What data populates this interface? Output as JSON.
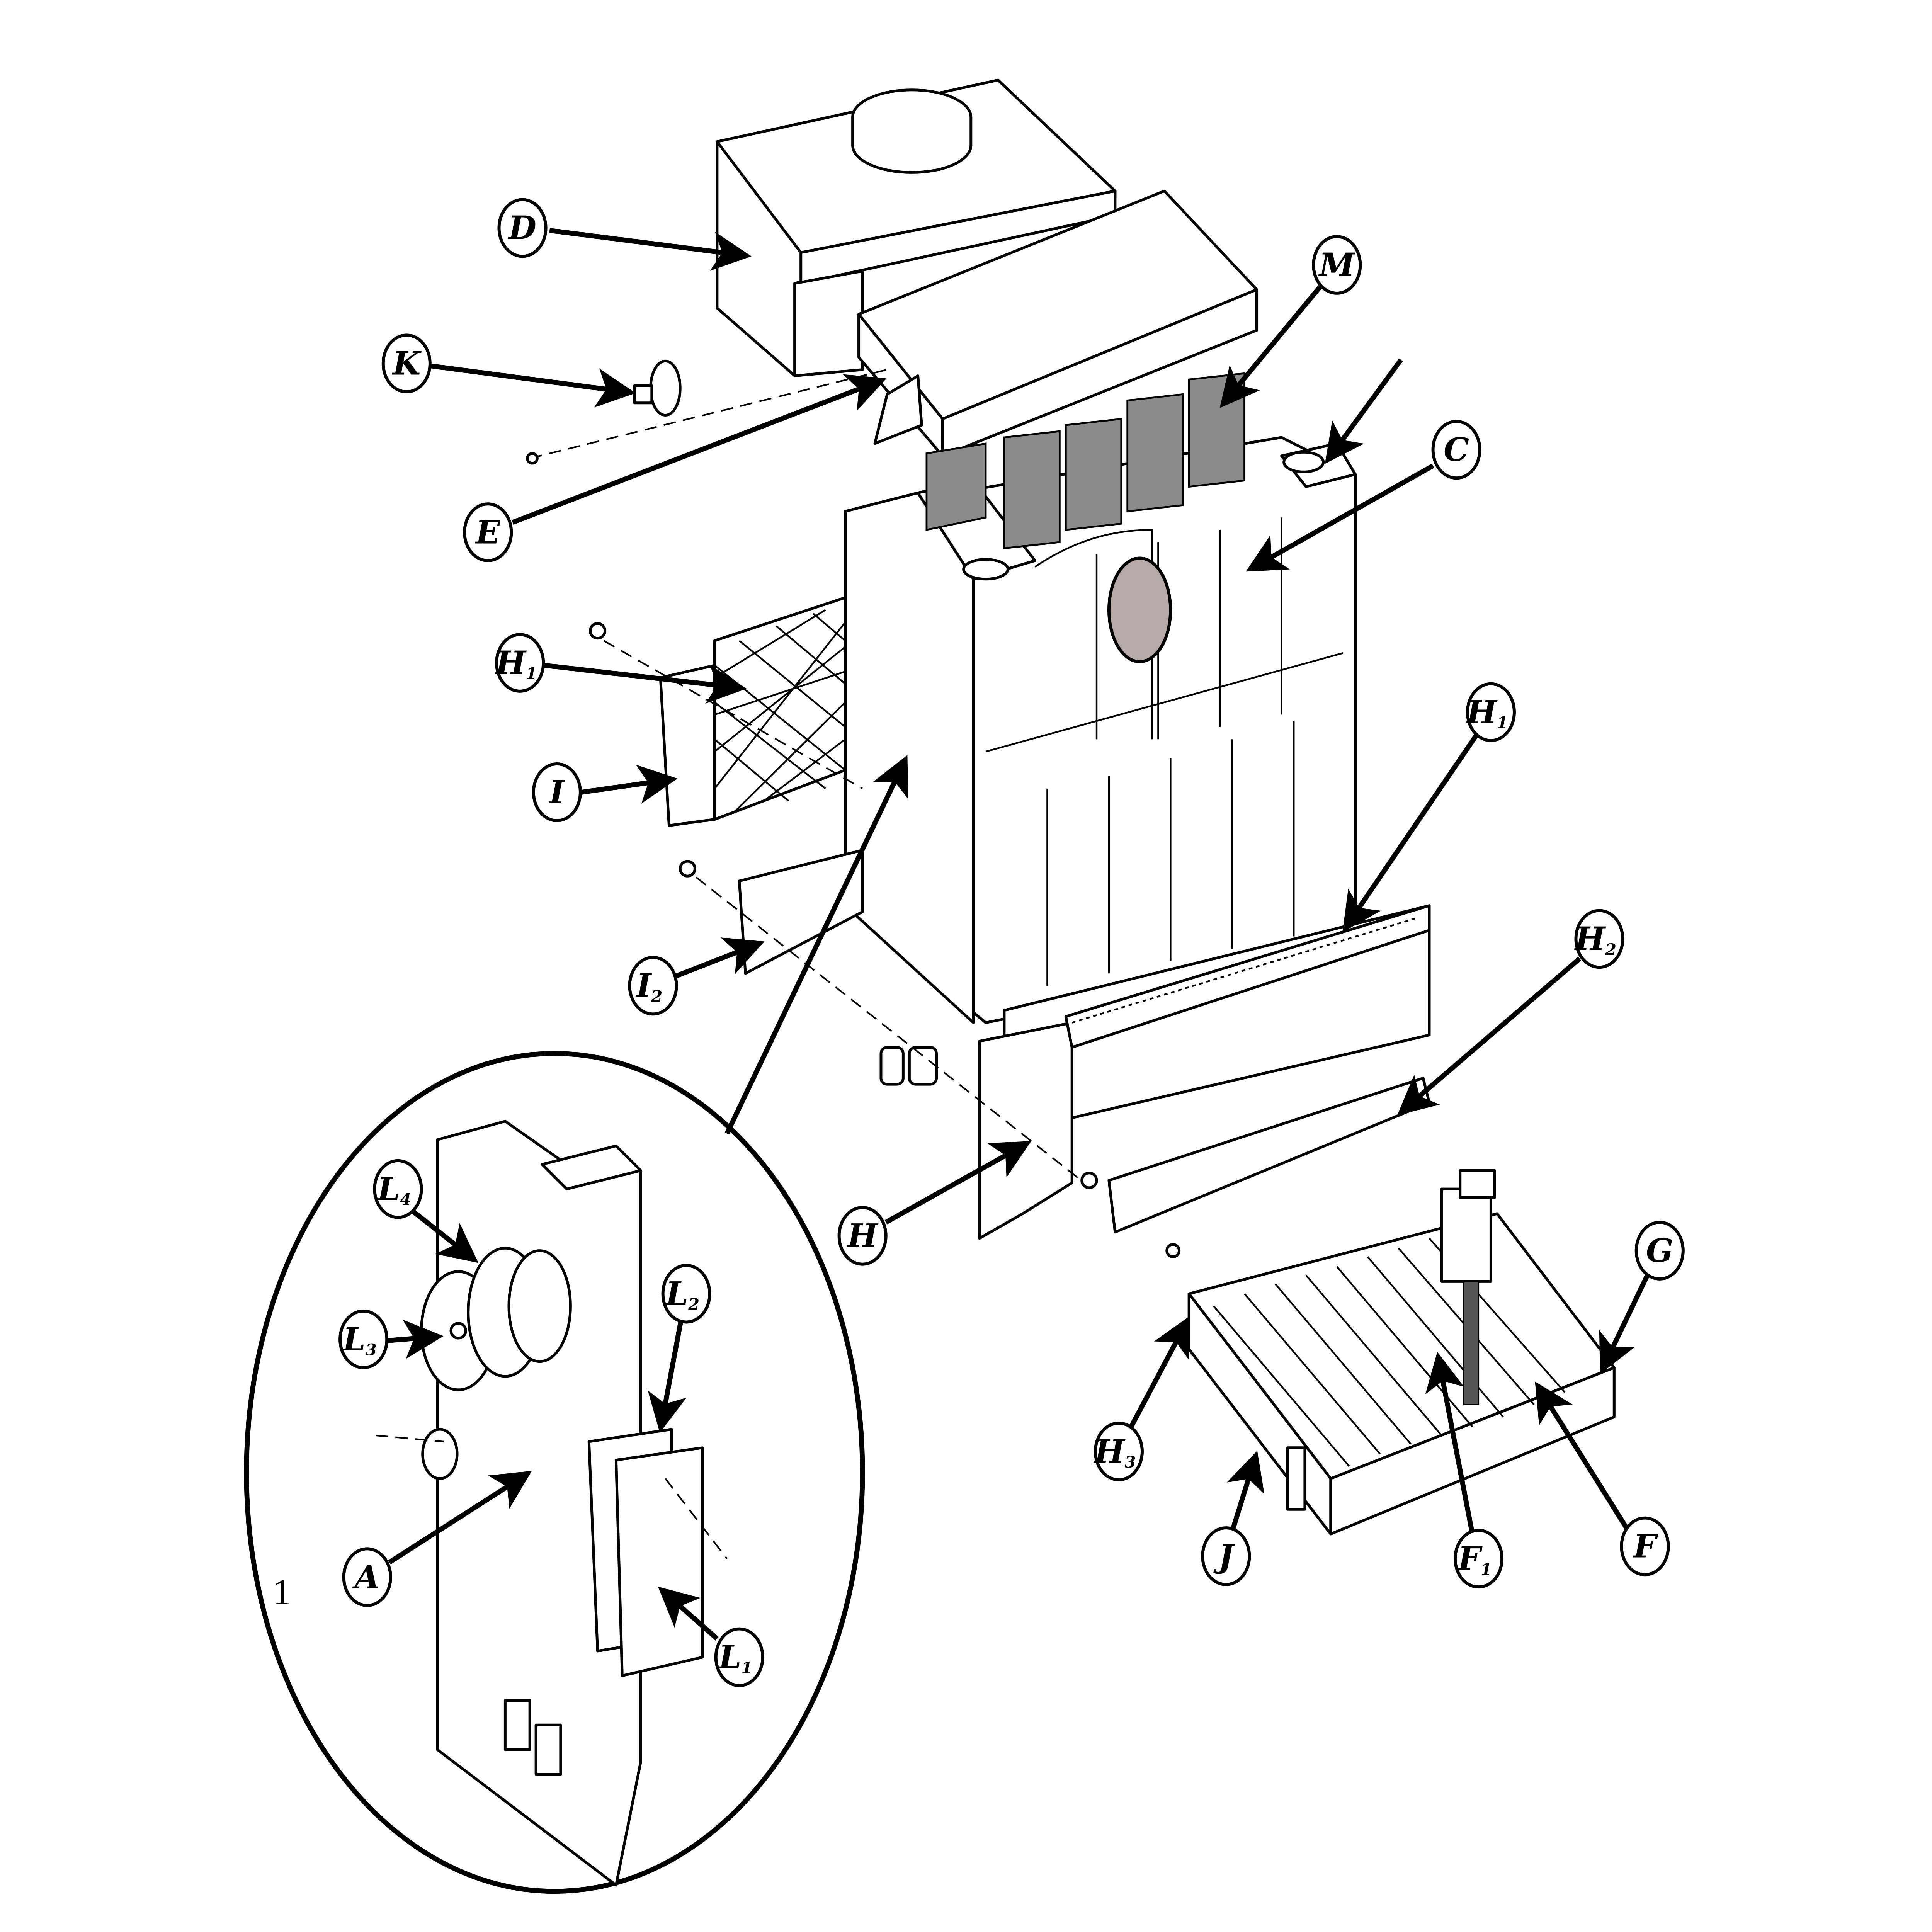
{
  "diagram": {
    "type": "exploded parts view",
    "line_color": "#000000",
    "baffle_color": "#8a8a8a",
    "background": "#ffffff"
  },
  "labels": {
    "D": {
      "letter": "D",
      "sub": ""
    },
    "K": {
      "letter": "K",
      "sub": ""
    },
    "E": {
      "letter": "E",
      "sub": ""
    },
    "M": {
      "letter": "M",
      "sub": ""
    },
    "C": {
      "letter": "C",
      "sub": ""
    },
    "H1_left": {
      "letter": "H",
      "sub": "1"
    },
    "I": {
      "letter": "I",
      "sub": ""
    },
    "I2": {
      "letter": "I",
      "sub": "2"
    },
    "H1_right": {
      "letter": "H",
      "sub": "1"
    },
    "H2": {
      "letter": "H",
      "sub": "2"
    },
    "H": {
      "letter": "H",
      "sub": ""
    },
    "G": {
      "letter": "G",
      "sub": ""
    },
    "H3": {
      "letter": "H",
      "sub": "3"
    },
    "J": {
      "letter": "J",
      "sub": ""
    },
    "F1": {
      "letter": "F",
      "sub": "1"
    },
    "F": {
      "letter": "F",
      "sub": ""
    },
    "L4": {
      "letter": "L",
      "sub": "4"
    },
    "L3": {
      "letter": "L",
      "sub": "3"
    },
    "L2": {
      "letter": "L",
      "sub": "2"
    },
    "A": {
      "letter": "A",
      "sub": ""
    },
    "L1": {
      "letter": "L",
      "sub": "1"
    }
  },
  "inset_number": "1"
}
